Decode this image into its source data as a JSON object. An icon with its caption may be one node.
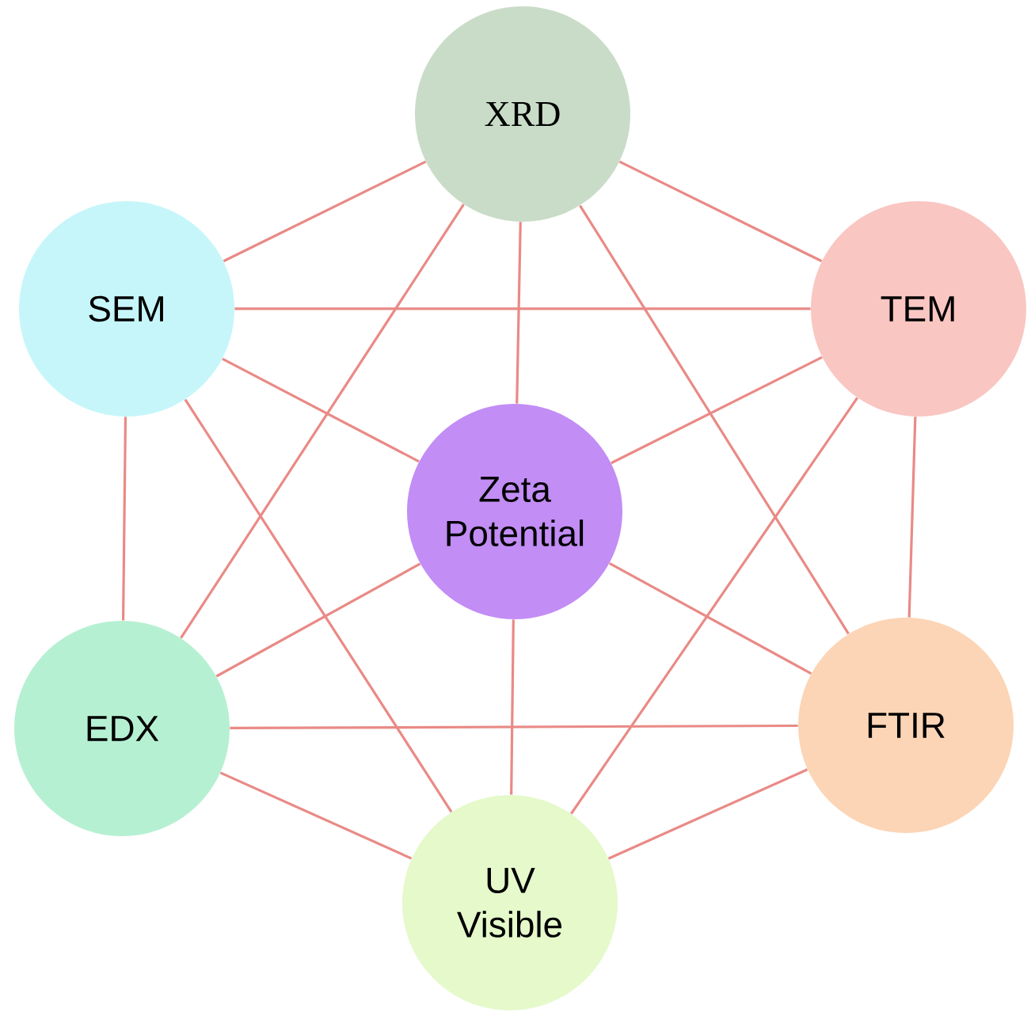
{
  "diagram": {
    "nodes": [
      {
        "text": [
          "XRD"
        ]
      },
      {
        "text": [
          "SEM"
        ]
      },
      {
        "text": [
          "TEM"
        ]
      },
      {
        "text": [
          "Zeta Potential"
        ]
      },
      {
        "text": [
          "EDX"
        ]
      },
      {
        "text": [
          "FTIR"
        ]
      },
      {
        "text": [
          "UV Visible"
        ]
      }
    ],
    "edges": [
      {
        "from": 0,
        "to": 1,
        "arrow": "none"
      },
      {
        "from": 0,
        "to": 2,
        "arrow": "none"
      },
      {
        "from": 0,
        "to": 3,
        "arrow": "none"
      },
      {
        "from": 0,
        "to": 4,
        "arrow": "none"
      },
      {
        "from": 0,
        "to": 5,
        "arrow": "none"
      },
      {
        "from": 1,
        "to": 2,
        "arrow": "none"
      },
      {
        "from": 1,
        "to": 3,
        "arrow": "none"
      },
      {
        "from": 1,
        "to": 4,
        "arrow": "none"
      },
      {
        "from": 1,
        "to": 6,
        "arrow": "none"
      },
      {
        "from": 2,
        "to": 3,
        "arrow": "none"
      },
      {
        "from": 2,
        "to": 5,
        "arrow": "none"
      },
      {
        "from": 2,
        "to": 6,
        "arrow": "none"
      },
      {
        "from": 3,
        "to": 4,
        "arrow": "none"
      },
      {
        "from": 3,
        "to": 5,
        "arrow": "none"
      },
      {
        "from": 3,
        "to": 6,
        "arrow": "none"
      },
      {
        "from": 4,
        "to": 5,
        "arrow": "none"
      },
      {
        "from": 4,
        "to": 6,
        "arrow": "none"
      },
      {
        "from": 5,
        "to": 6,
        "arrow": "none"
      }
    ]
  }
}
